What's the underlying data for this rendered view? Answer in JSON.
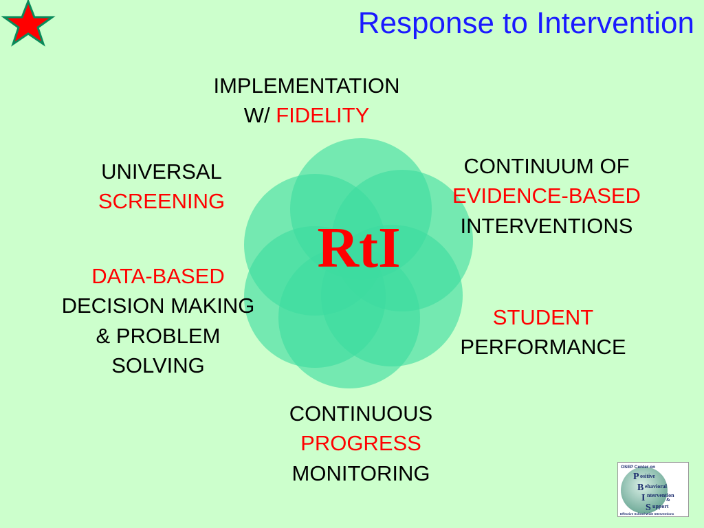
{
  "slide": {
    "title": "Response to Intervention",
    "center_label": "RtI"
  },
  "labels": {
    "implementation": {
      "line1": "IMPLEMENTATION",
      "line2_black": "W/ ",
      "line2_red": "FIDELITY"
    },
    "universal": {
      "line1": "UNIVERSAL",
      "line2_red": "SCREENING"
    },
    "continuum": {
      "line1": "CONTINUUM OF",
      "line2_red": "EVIDENCE-BASED",
      "line3": "INTERVENTIONS"
    },
    "databased": {
      "line1_red": "DATA-BASED",
      "line2": "DECISION MAKING",
      "line3": "& PROBLEM",
      "line4": "SOLVING"
    },
    "student": {
      "line1_red": "STUDENT",
      "line2": "PERFORMANCE"
    },
    "progress": {
      "line1": "CONTINUOUS",
      "line2_red": "PROGRESS",
      "line3": "MONITORING"
    }
  },
  "logo": {
    "top_text": "OSEP Center on",
    "word1": "ositive",
    "word2": "ehavioral",
    "word3": "ntervention",
    "amp": "&",
    "word4": "upport",
    "letter1": "P",
    "letter2": "B",
    "letter3": "I",
    "letter4": "S",
    "bottom_text": "Effective School-Wide Interventions"
  },
  "colors": {
    "background": "#ccffcc",
    "title": "#1a1aff",
    "accent_red": "#ff0000",
    "petal": "#3ddc9f",
    "star_fill": "#ff0000",
    "star_outline": "#0a8a5a"
  },
  "icons": {
    "star": "star-icon",
    "logo": "pbis-logo-icon"
  }
}
